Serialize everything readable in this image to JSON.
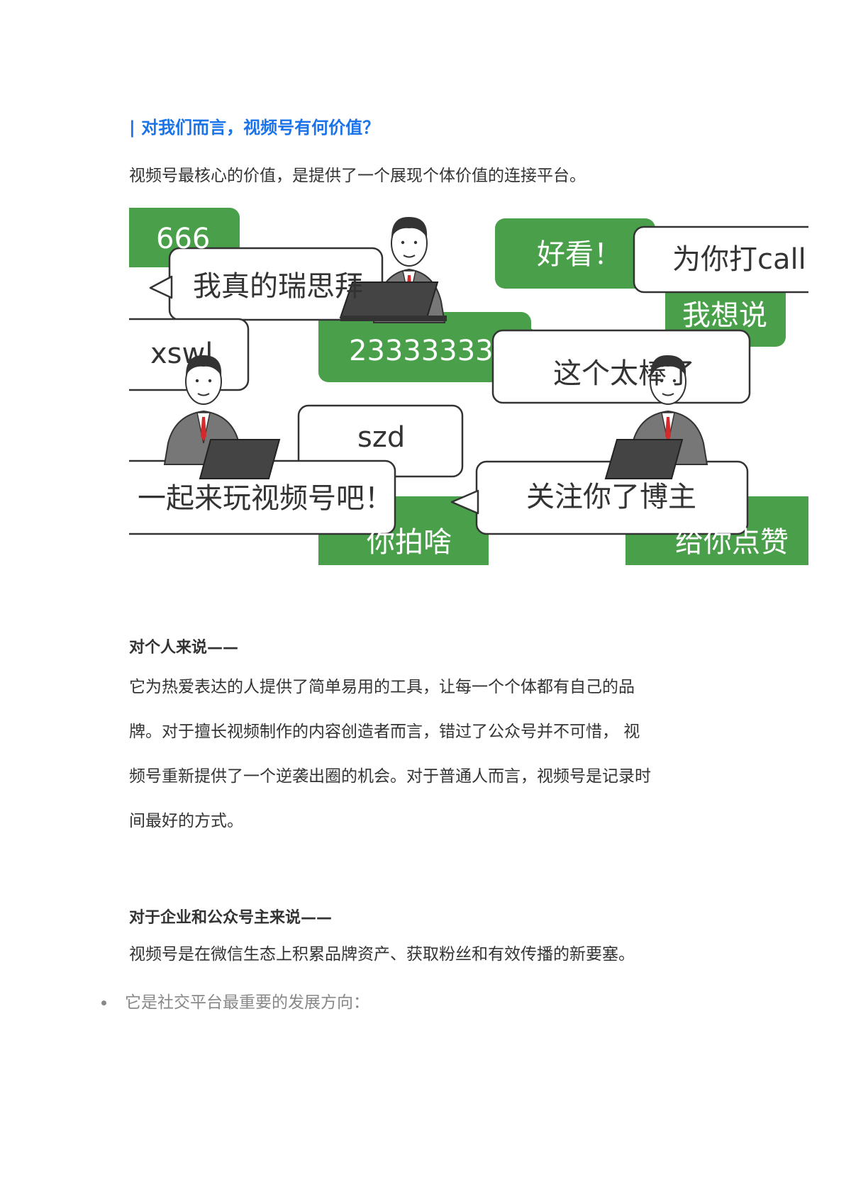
{
  "heading": "| 对我们而言，视频号有何价值？",
  "intro": "视频号最核心的价值，是提供了一个展现个体价值的连接平台。",
  "illustration": {
    "green_color": "#4aa04a",
    "bubbles": {
      "b666": "666",
      "ruisibai": "我真的瑞思拜",
      "haokan": "好看！",
      "call": "为你打call",
      "xiangshuo": "我想说",
      "xswl": "xswl",
      "num": "2333333333",
      "taibang": "这个太棒了",
      "szd": "szd",
      "yiqi": "一起来玩视频号吧！",
      "guanzhu": "关注你了博主",
      "paisha": "你拍啥",
      "dianzan": "给你点赞"
    }
  },
  "section1": {
    "title": "对个人来说——",
    "lines": [
      "它为热爱表达的人提供了简单易用的工具，让每一个个体都有自己的品",
      "牌。对于擅长视频制作的内容创造者而言，错过了公众号并不可惜，  视",
      "频号重新提供了一个逆袭出圈的机会。对于普通人而言，视频号是记录时",
      "间最好的方式。"
    ]
  },
  "section2": {
    "title": "对于企业和公众号主来说——",
    "text": "视频号是在微信生态上积累品牌资产、获取粉丝和有效传播的新要塞。"
  },
  "bullet": "它是社交平台最重要的发展方向："
}
